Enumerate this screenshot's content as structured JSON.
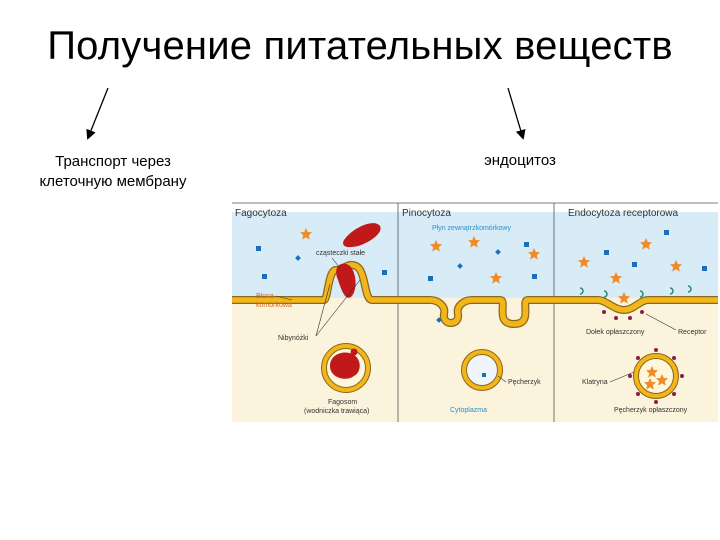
{
  "slide": {
    "title": "Получение питательных веществ",
    "left_label": "Транспорт через клеточную мембрану",
    "right_label": "эндоцитоз"
  },
  "figure": {
    "headers": [
      "Fagocytoza",
      "Pinocytoza",
      "Endocytoza receptorowa"
    ],
    "labels": {
      "plyn": "Płyn zewnątrzkomórkowy",
      "czasteczki": "cząsteczki stałe",
      "blona_1": "Błona",
      "blona_2": "komórkowa",
      "nibynozki": "Nibynóżki",
      "fagosom_1": "Fagosom",
      "fagosom_2": "(wodniczka trawiąca)",
      "pecherzyk": "Pęcherzyk",
      "cytoplazma": "Cytoplazma",
      "dolek": "Dołek opłaszczony",
      "receptor": "Receptor",
      "klatryna": "Klatryna",
      "pecherzyk_oplaszczony": "Pęcherzyk opłaszczony"
    }
  },
  "colors": {
    "extracellular": "#d7ecf6",
    "cytoplasm": "#fcf3dc",
    "membrane": "#f2b51c",
    "particle": "#c0191a",
    "star": "#ef8c2a",
    "solute": "#1b6fb6",
    "receptor": "#8d1d48"
  }
}
